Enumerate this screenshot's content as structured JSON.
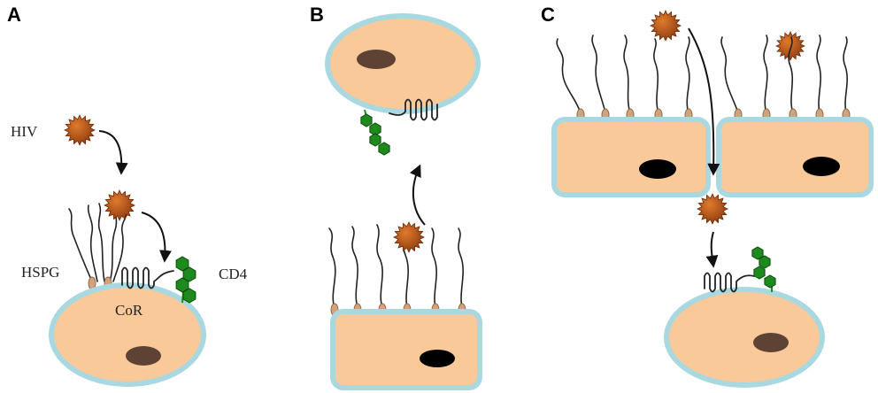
{
  "panels": [
    {
      "id": "A",
      "letter": "A"
    },
    {
      "id": "B",
      "letter": "B"
    },
    {
      "id": "C",
      "letter": "C"
    }
  ],
  "labels": {
    "hiv": "HIV",
    "hspg": "HSPG",
    "cd4": "CD4",
    "cor": "CoR"
  },
  "colors": {
    "cell_fill": "#F9C99A",
    "cell_border": "#A9D8E0",
    "nucleus": "#5E4335",
    "nucleus_dark": "#000000",
    "virus": "#B3541B",
    "cd4": "#1E8A1E",
    "hspg_anchor": "#D4A27A"
  }
}
